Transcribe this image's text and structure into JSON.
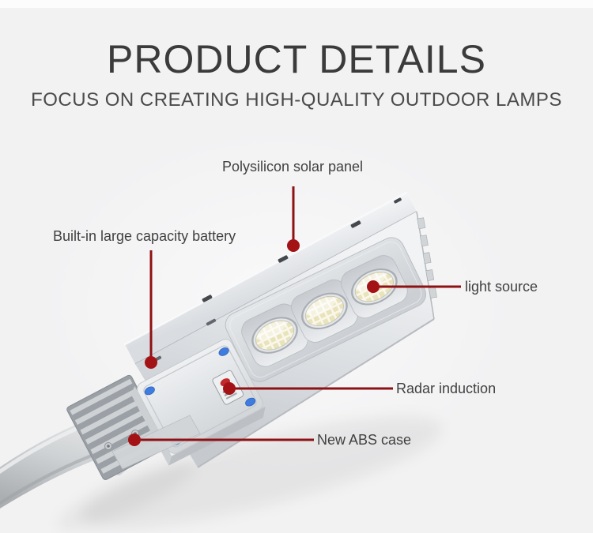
{
  "header": {
    "title": "PRODUCT DETAILS",
    "subtitle": "FOCUS ON CREATING HIGH-QUALITY OUTDOOR LAMPS"
  },
  "callouts": [
    {
      "id": "solar-panel",
      "label": "Polysilicon solar panel"
    },
    {
      "id": "battery",
      "label": "Built-in large capacity battery"
    },
    {
      "id": "light-source",
      "label": "light source"
    },
    {
      "id": "radar",
      "label": "Radar induction"
    },
    {
      "id": "abs-case",
      "label": "New ABS case"
    }
  ],
  "colors": {
    "callout_dot": "#a31316",
    "callout_line": "#8e1113",
    "title_text": "#3b3b3b",
    "label_text": "#414141",
    "background": "#f2f2f3",
    "screw_blue": "#3f7cdd",
    "radar_red": "#c1292b"
  }
}
